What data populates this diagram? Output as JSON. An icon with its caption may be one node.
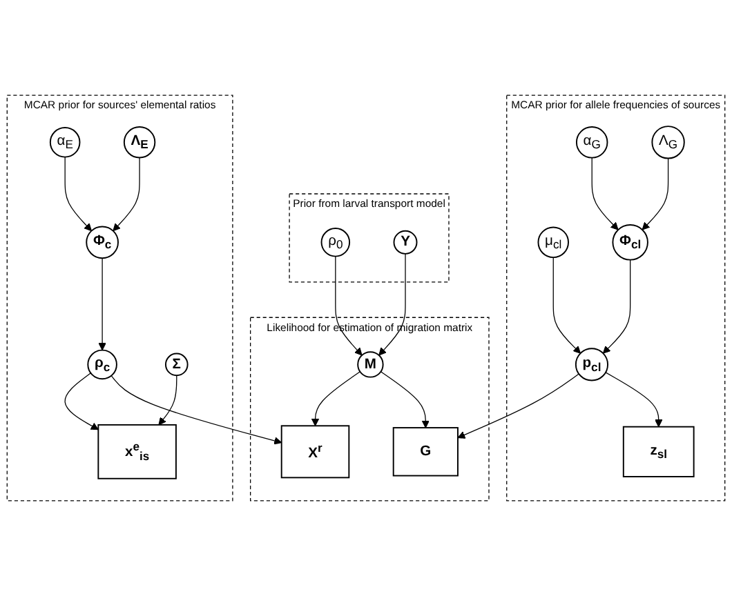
{
  "diagram": {
    "nodes": [
      {
        "text": [
          "MCAR prior for allele frequencies of sources"
        ]
      },
      {
        "text": [
          "α$_{G}$"
        ],
        "in": 0
      },
      {
        "text": [
          "Λ$_{G}$"
        ],
        "in": 0
      },
      {
        "text": [
          "μ$_{cl}$"
        ],
        "in": 0
      },
      {
        "text": [
          "Φ$_{cl}$"
        ],
        "in": 0
      },
      {
        "text": [
          "p$_{cl}$"
        ],
        "in": 0
      },
      {
        "text": [
          "z$_{sl}$"
        ],
        "in": 0
      },
      {
        "text": [
          "Prior from larval transport model"
        ]
      },
      {
        "text": [
          "ρ$_{0}$"
        ],
        "in": 7
      },
      {
        "text": [
          "Y"
        ],
        "in": 7
      },
      {
        "text": [
          "Likelihood for estimation of migration matrix"
        ]
      },
      {
        "text": [
          "M"
        ],
        "in": 10
      },
      {
        "text": [
          "G"
        ],
        "in": 10
      },
      {
        "text": [
          "X$^{r}$"
        ],
        "in": 10
      },
      {
        "text": [
          "MCAR prior for sources' elemental ratios"
        ]
      },
      {
        "text": [
          "α$_{E}$"
        ],
        "in": 14
      },
      {
        "text": [
          "Λ$_{E}$"
        ],
        "in": 14
      },
      {
        "text": [
          "Φ$_{c}$"
        ],
        "in": 14
      },
      {
        "text": [
          "ρ$_{c}$"
        ],
        "in": 14
      },
      {
        "text": [
          "Σ"
        ],
        "in": 14
      },
      {
        "text": [
          "x$^{e}$$_{is}$"
        ],
        "in": 14
      }
    ],
    "edges": [
      {
        "from": 1,
        "to": 4,
        "arrow": "to"
      },
      {
        "from": 2,
        "to": 4,
        "arrow": "to"
      },
      {
        "from": 3,
        "to": 5,
        "arrow": "to"
      },
      {
        "from": 4,
        "to": 5,
        "arrow": "to"
      },
      {
        "from": 5,
        "to": 6,
        "arrow": "to"
      },
      {
        "from": 5,
        "to": 12,
        "arrow": "to"
      },
      {
        "from": 8,
        "to": 11,
        "arrow": "to"
      },
      {
        "from": 9,
        "to": 11,
        "arrow": "to"
      },
      {
        "from": 11,
        "to": 12,
        "arrow": "to"
      },
      {
        "from": 11,
        "to": 13,
        "arrow": "to"
      },
      {
        "from": 15,
        "to": 17,
        "arrow": "to"
      },
      {
        "from": 16,
        "to": 17,
        "arrow": "to"
      },
      {
        "from": 17,
        "to": 18,
        "arrow": "to"
      },
      {
        "from": 18,
        "to": 13,
        "arrow": "to"
      },
      {
        "from": 18,
        "to": 20,
        "arrow": "to"
      },
      {
        "from": 19,
        "to": 20,
        "arrow": "to"
      }
    ]
  }
}
